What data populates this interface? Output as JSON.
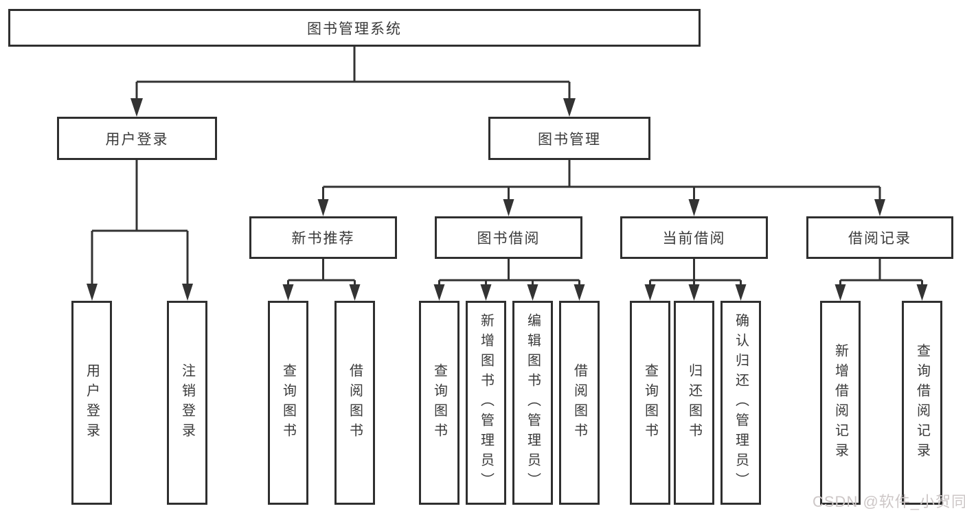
{
  "diagram": {
    "root": {
      "label": "图书管理系统"
    },
    "branches": [
      {
        "label": "用户登录",
        "children": [
          {
            "label": "用户登录"
          },
          {
            "label": "注销登录"
          }
        ]
      },
      {
        "label": "图书管理",
        "children": [
          {
            "label": "新书推荐",
            "children": [
              {
                "label": "查询图书"
              },
              {
                "label": "借阅图书"
              }
            ]
          },
          {
            "label": "图书借阅",
            "children": [
              {
                "label": "查询图书"
              },
              {
                "label": "新增图书（管理员）"
              },
              {
                "label": "编辑图书（管理员）"
              },
              {
                "label": "借阅图书"
              }
            ]
          },
          {
            "label": "当前借阅",
            "children": [
              {
                "label": "查询图书"
              },
              {
                "label": "归还图书"
              },
              {
                "label": "确认归还（管理员）"
              }
            ]
          },
          {
            "label": "借阅记录",
            "children": [
              {
                "label": "新增借阅记录"
              },
              {
                "label": "查询借阅记录"
              }
            ]
          }
        ]
      }
    ]
  },
  "watermark": {
    "text": "CSDN @软件_小贺同学"
  },
  "colors": {
    "line": "#333333",
    "border": "#2f2f2f",
    "text": "#3a3a3a",
    "background": "#ffffff",
    "watermark": "#cdc7c7"
  }
}
